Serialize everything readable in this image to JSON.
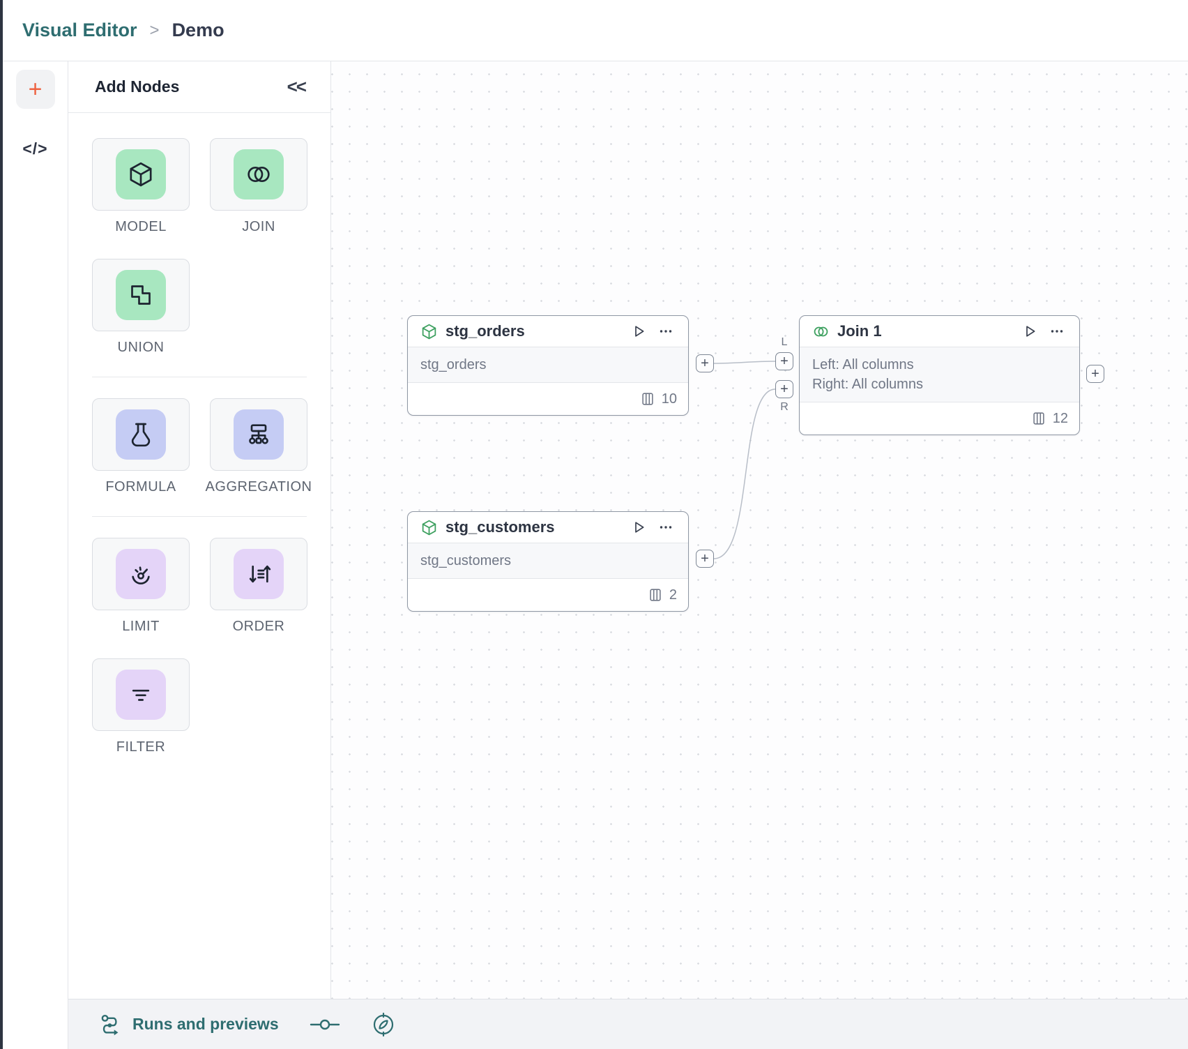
{
  "header": {
    "breadcrumb_root": "Visual Editor",
    "separator": ">",
    "current": "Demo"
  },
  "rail": {
    "add_label": "+",
    "code_label": "</>"
  },
  "panel": {
    "title": "Add Nodes",
    "collapse_label": "<<",
    "groups": [
      {
        "tiles": [
          {
            "label": "MODEL",
            "icon": "cube-icon",
            "color": "green"
          },
          {
            "label": "JOIN",
            "icon": "join-circles-icon",
            "color": "green"
          },
          {
            "label": "UNION",
            "icon": "union-shapes-icon",
            "color": "green"
          }
        ]
      },
      {
        "tiles": [
          {
            "label": "FORMULA",
            "icon": "flask-icon",
            "color": "blue"
          },
          {
            "label": "AGGREGATION",
            "icon": "hierarchy-icon",
            "color": "blue"
          }
        ]
      },
      {
        "tiles": [
          {
            "label": "LIMIT",
            "icon": "gauge-icon",
            "color": "purple"
          },
          {
            "label": "ORDER",
            "icon": "sort-icon",
            "color": "purple"
          },
          {
            "label": "FILTER",
            "icon": "filter-lines-icon",
            "color": "purple"
          }
        ]
      }
    ]
  },
  "canvas": {
    "port_plus": "+",
    "nodes": [
      {
        "title": "stg_orders",
        "icon": "cube-icon",
        "body": "stg_orders",
        "column_count": "10"
      },
      {
        "title": "Join 1",
        "icon": "join-circles-icon",
        "body_line_1": "Left: All columns",
        "body_line_2": "Right: All columns",
        "column_count": "12",
        "left_port_label": "L",
        "right_port_label": "R"
      },
      {
        "title": "stg_customers",
        "icon": "cube-icon",
        "body": "stg_customers",
        "column_count": "2"
      }
    ]
  },
  "bottom_bar": {
    "runs_label": "Runs and previews"
  },
  "colors": {
    "brand_teal": "#2e6d70",
    "accent_orange": "#ee6341",
    "tile_green": "#a8e7c0",
    "tile_blue": "#c5ccf4",
    "tile_purple": "#e4d4f8",
    "node_border": "#8f97a4",
    "edge_gray": "#b8bec8",
    "dark_text": "#2d3442",
    "muted_text": "#707786"
  }
}
